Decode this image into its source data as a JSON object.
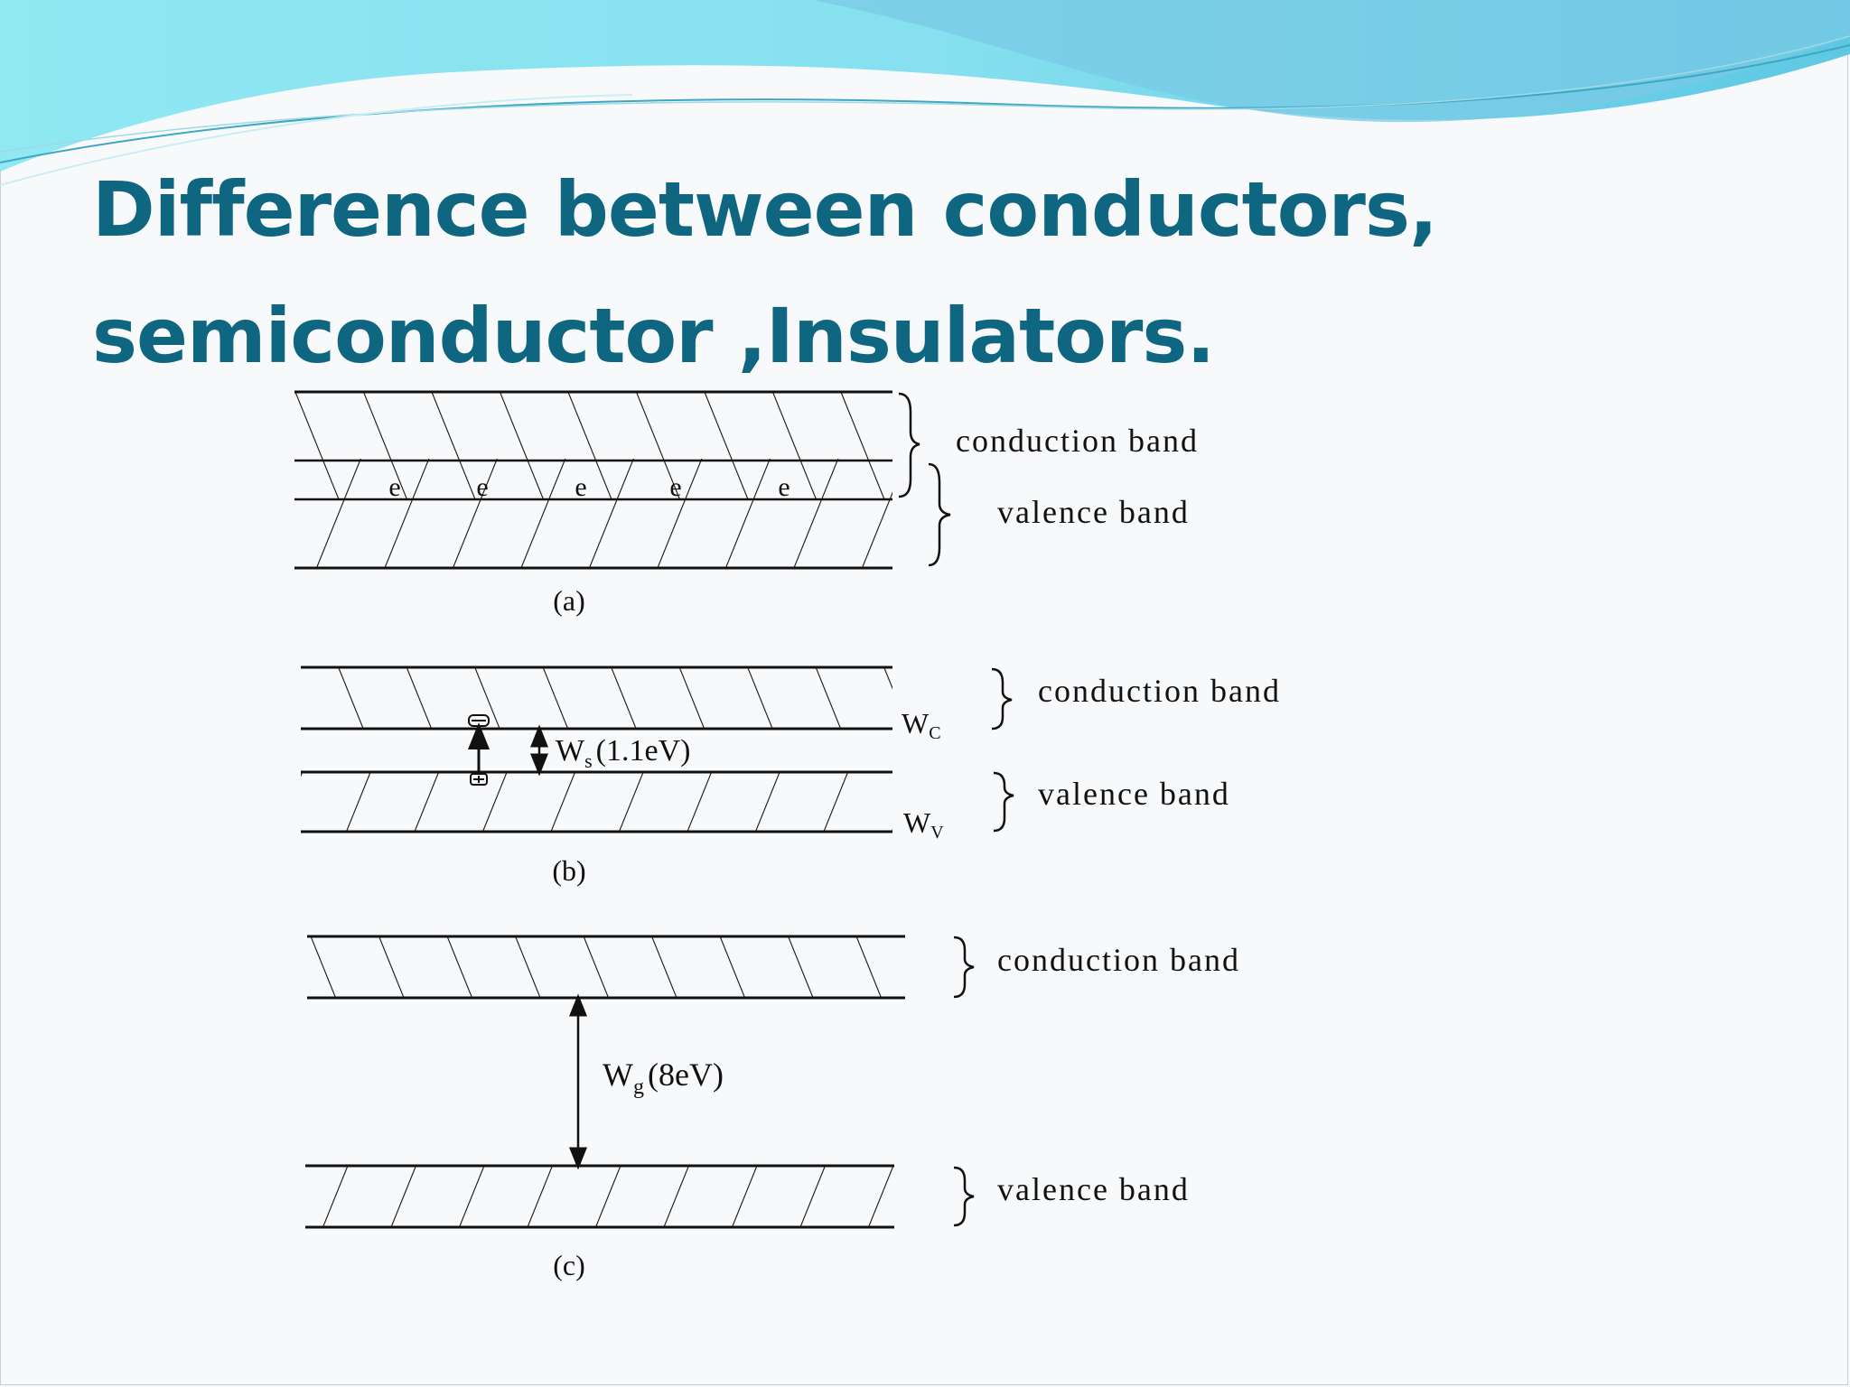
{
  "slide": {
    "title_line1": "Difference between conductors,",
    "title_line2": "semiconductor ,Insulators.",
    "colors": {
      "title": "#0f6680",
      "wave_light": "#8fe8f2",
      "wave_dark": "#4fc3dc",
      "line": "#111111"
    }
  },
  "diagram": {
    "a": {
      "conduction_label": "conduction band",
      "valence_label": "valence band",
      "electron_symbol": "e",
      "electron_count": 5,
      "caption": "(a)"
    },
    "b": {
      "conduction_label": "conduction band",
      "valence_label": "valence band",
      "wc_label": "W",
      "wc_sub": "C",
      "wv_label": "W",
      "wv_sub": "V",
      "gap_w": "W",
      "gap_sub": "s",
      "gap_value": "(1.1eV)",
      "caption": "(b)"
    },
    "c": {
      "conduction_label": "conduction band",
      "valence_label": "valence band",
      "gap_w": "W",
      "gap_sub": "g",
      "gap_value": "(8eV)",
      "caption": "(c)"
    }
  }
}
